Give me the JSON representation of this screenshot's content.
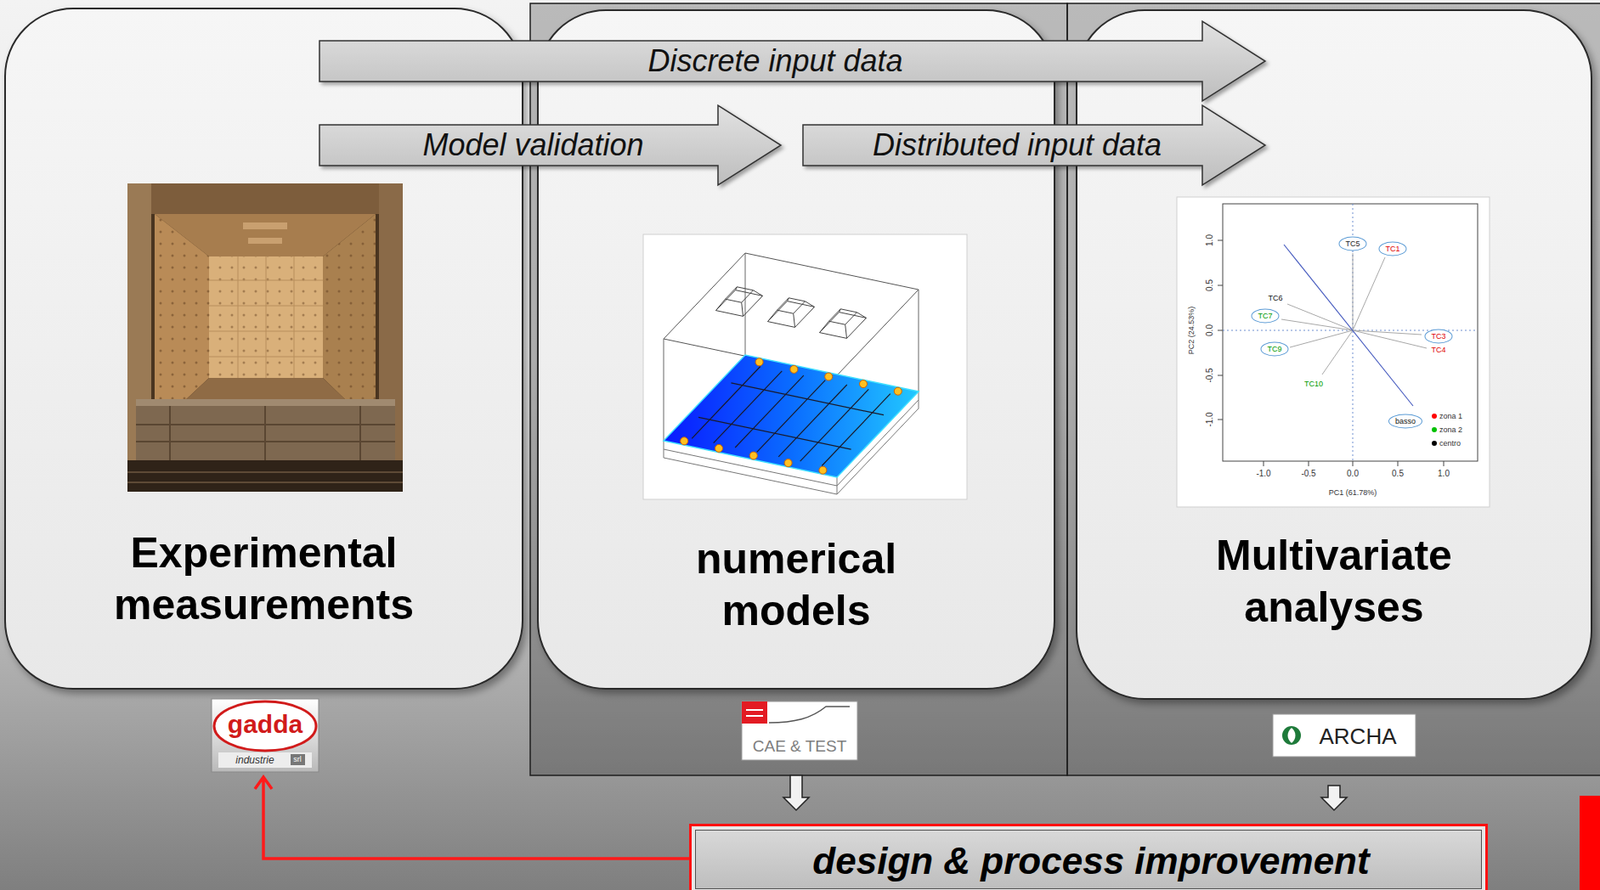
{
  "diagram": {
    "nodes": [
      {
        "text": [
          "Experimental measurements"
        ]
      },
      {
        "text": [
          "numerical models"
        ]
      },
      {
        "text": [
          "Multivariate analyses"
        ]
      },
      {
        "text": [
          "design & process improvement"
        ]
      }
    ],
    "edges": [
      {
        "from": 0,
        "to": 2,
        "label": "Discrete input data",
        "arrow": "to"
      },
      {
        "from": 0,
        "to": 1,
        "label": "Model validation",
        "arrow": "to"
      },
      {
        "from": 1,
        "to": 2,
        "label": "Distributed input data",
        "arrow": "to"
      },
      {
        "from": 1,
        "to": 3,
        "arrow": "to"
      },
      {
        "from": 2,
        "to": 3,
        "arrow": "to"
      },
      {
        "from": 3,
        "to": 0,
        "arrow": "to"
      }
    ],
    "labels": [
      "gadda",
      "industrie",
      "srl",
      "CAE & TEST",
      "ARCHA",
      "TC5",
      "TC1",
      "TC6",
      "TC7",
      "TC9",
      "TC10",
      "TC3",
      "TC4",
      "basso",
      "1.0",
      "0.5",
      "0.0",
      "-0.5",
      "-1.0",
      "-1.0",
      "-0.5",
      "0.0",
      "0.5",
      "1.0",
      "PC1 (61.78%)",
      "PC2 (24.53%)"
    ],
    "legend": [
      {
        "text": "zona 1",
        "color": "#ff0000"
      },
      {
        "text": "zona 2",
        "color": "#00c000"
      },
      {
        "text": "centro",
        "color": "#000000"
      }
    ]
  }
}
